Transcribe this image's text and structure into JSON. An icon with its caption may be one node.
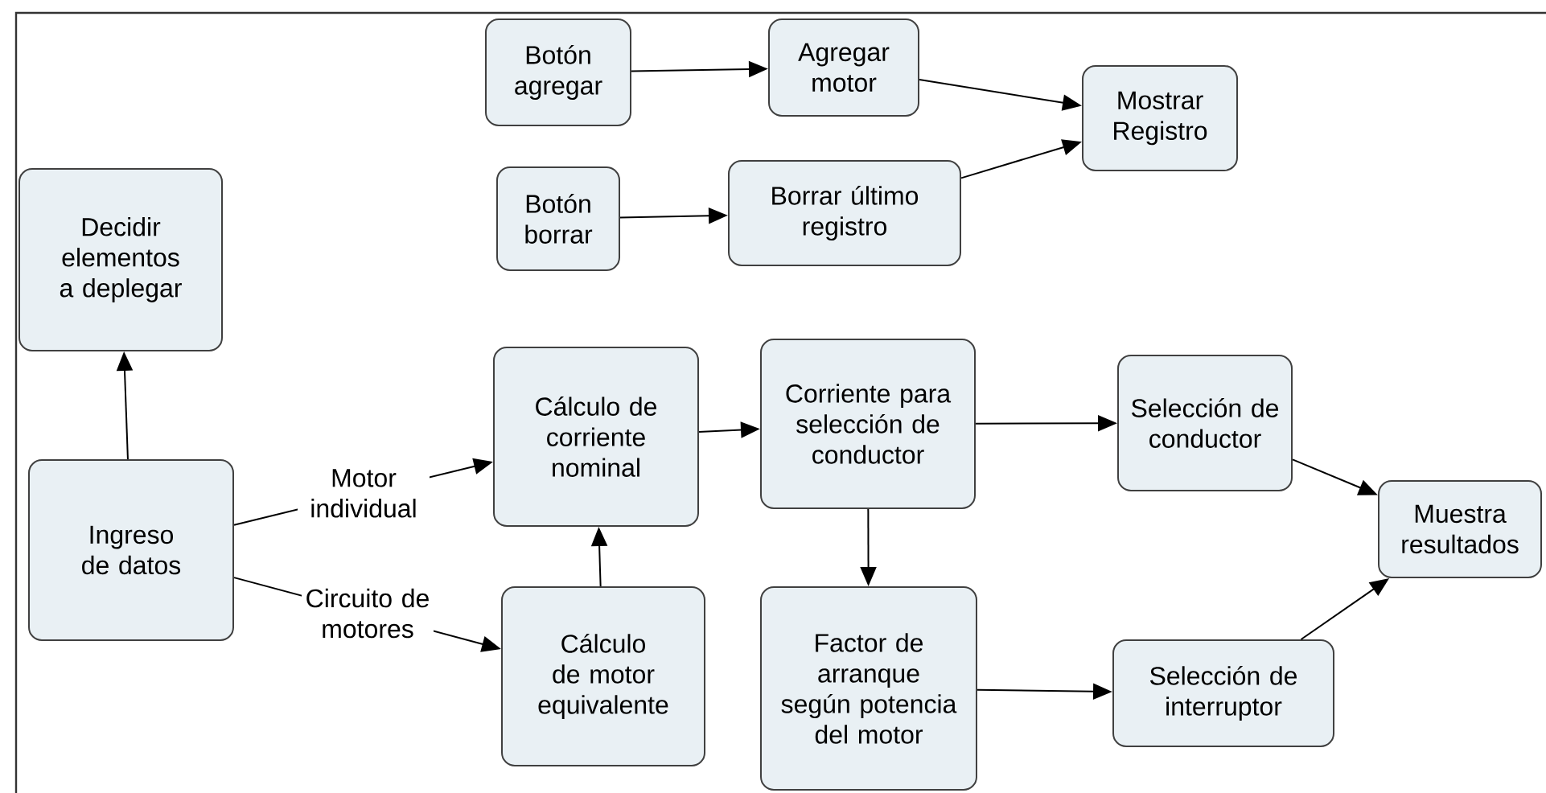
{
  "diagram": {
    "nodes": [
      {
        "text": [
          "Botón agregar"
        ]
      },
      {
        "text": [
          "Agregar motor"
        ]
      },
      {
        "text": [
          "Mostrar Registro"
        ]
      },
      {
        "text": [
          "Botón borrar"
        ]
      },
      {
        "text": [
          "Borrar último registro"
        ]
      },
      {
        "text": [
          "Decidir elementos a deplegar"
        ]
      },
      {
        "text": [
          "Ingreso de datos"
        ]
      },
      {
        "text": [
          "Cálculo de corriente nominal"
        ]
      },
      {
        "text": [
          "Corriente para selección de conductor"
        ]
      },
      {
        "text": [
          "Selección de conductor"
        ]
      },
      {
        "text": [
          "Muestra resultados"
        ]
      },
      {
        "text": [
          "Cálculo de motor equivalente"
        ]
      },
      {
        "text": [
          "Factor de arranque según potencia del motor"
        ]
      },
      {
        "text": [
          "Selección de interruptor"
        ]
      }
    ],
    "edges": [
      {
        "from": 0,
        "to": 1,
        "arrow": "to"
      },
      {
        "from": 1,
        "to": 2,
        "arrow": "to"
      },
      {
        "from": 3,
        "to": 4,
        "arrow": "to"
      },
      {
        "from": 4,
        "to": 2,
        "arrow": "to"
      },
      {
        "from": 6,
        "to": 5,
        "arrow": "to"
      },
      {
        "from": 6,
        "to": 7,
        "arrow": "to",
        "label": "Motor individual"
      },
      {
        "from": 6,
        "to": 11,
        "arrow": "to",
        "label": "Circuito de motores"
      },
      {
        "from": 11,
        "to": 7,
        "arrow": "to"
      },
      {
        "from": 7,
        "to": 8,
        "arrow": "to"
      },
      {
        "from": 8,
        "to": 9,
        "arrow": "to"
      },
      {
        "from": 8,
        "to": 12,
        "arrow": "to"
      },
      {
        "from": 9,
        "to": 10,
        "arrow": "to"
      },
      {
        "from": 12,
        "to": 13,
        "arrow": "to"
      },
      {
        "from": 13,
        "to": 10,
        "arrow": "to"
      }
    ]
  }
}
